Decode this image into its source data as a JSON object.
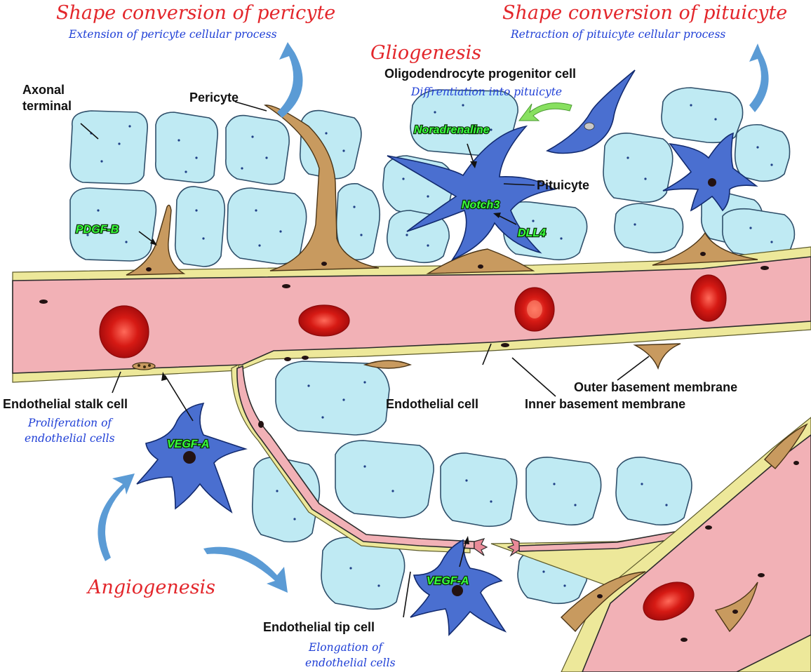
{
  "headers": {
    "pericyte_title": "Shape conversion of pericyte",
    "pericyte_sub": "Extension of pericyte cellular process",
    "pituicyte_title": "Shape conversion of pituicyte",
    "pituicyte_sub": "Retraction of pituicyte cellular process",
    "gliogenesis": "Gliogenesis",
    "angiogenesis": "Angiogenesis"
  },
  "labels": {
    "axonal_line1": "Axonal",
    "axonal_line2": "terminal",
    "pericyte": "Pericyte",
    "opc": "Oligodendrocyte progenitor cell",
    "opc_sub": "Diffrentiation into pituicyte",
    "pituicyte": "Pituicyte",
    "endothelial_stalk": "Endothelial stalk cell",
    "stalk_sub1": "Proliferation of",
    "stalk_sub2": "endothelial cells",
    "endothelial_cell": "Endothelial cell",
    "outer_bm": "Outer basement membrane",
    "inner_bm": "Inner basement membrane",
    "tip_cell": "Endothelial tip cell",
    "tip_sub1": "Elongation of",
    "tip_sub2": "endothelial cells"
  },
  "molecules": {
    "noradrenaline": "Noradrenaline",
    "notch3": "Notch3",
    "dll4": "DLL4",
    "pdgfb": "PDGF-B",
    "vegfa_1": "VEGF-A",
    "vegfa_2": "VEGF-A"
  },
  "colors": {
    "title_red": "#e3262b",
    "subtitle_blue": "#1f3fd6",
    "axon_fill": "#bfeaf3",
    "vessel_fill": "#f2b1b6",
    "membrane_yellow": "#ede89a",
    "pericyte_brown": "#c89a5f",
    "glia_blue": "#4a6fd0",
    "molecule_green": "#39ff3c",
    "rbc_red": "#d21414"
  }
}
